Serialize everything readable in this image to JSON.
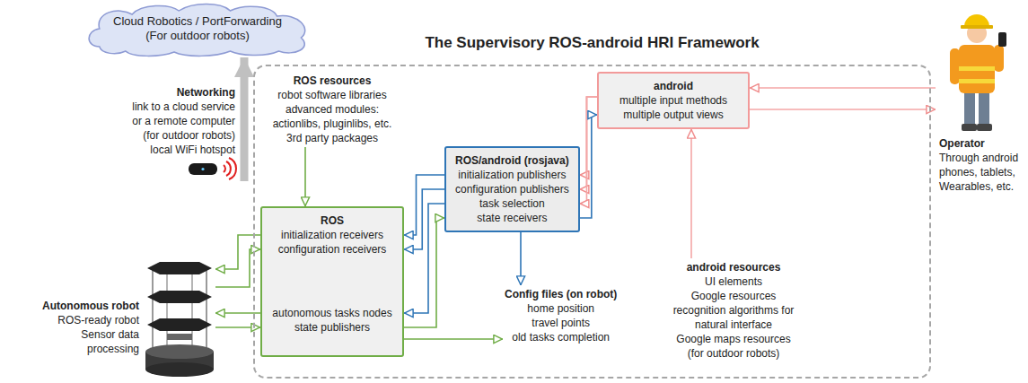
{
  "diagram": {
    "nodes": [
      {
        "text": [
          "Cloud Robotics / PortForwarding",
          "(For outdoor robots)"
        ]
      },
      {
        "text": [
          "The Supervisory ROS-android HRI Framework"
        ]
      },
      {
        "text": [
          "Networking",
          "link to a cloud service or a remote computer (for outdoor robots)",
          "local WiFi hotspot"
        ]
      },
      {
        "text": [
          "ROS resources",
          "robot software libraries",
          "advanced modules: actionlibs, pluginlibs, etc.",
          "3rd party packages"
        ],
        "in": 1
      },
      {
        "text": [
          "android",
          "multiple input methods",
          "multiple output views"
        ],
        "in": 1
      },
      {
        "text": [
          "ROS/android (rosjava)",
          "initialization publishers",
          "configuration publishers",
          "task selection",
          "state receivers"
        ],
        "in": 1
      },
      {
        "text": [
          "Autonomous robot",
          "ROS-ready robot",
          "Sensor data processing"
        ]
      },
      {
        "text": [
          "ROS",
          "initialization receivers",
          "configuration receivers",
          "autonomous tasks nodes",
          "state publishers"
        ],
        "in": 1
      },
      {
        "text": [
          "Config files (on robot)",
          "home position",
          "travel points",
          "old tasks completion"
        ],
        "in": 1
      },
      {
        "text": [
          "android resources",
          "UI elements",
          "Google resources",
          "recognition algorithms for natural interface",
          "Google maps resources (for outdoor robots)"
        ],
        "in": 1
      },
      {
        "text": [
          "Operator",
          "Through android phones, tablets, Wearables, etc."
        ]
      }
    ],
    "edges": [
      {
        "from": 2,
        "to": 0,
        "arrow": "to"
      },
      {
        "from": 3,
        "to": 7,
        "arrow": "to"
      },
      {
        "from": 9,
        "to": 4,
        "arrow": "to"
      },
      {
        "from": 10,
        "to": 4,
        "arrow": "to"
      },
      {
        "from": 4,
        "to": 10,
        "arrow": "to"
      },
      {
        "from": 4,
        "to": 5,
        "arrow": "to"
      },
      {
        "from": 4,
        "to": 5,
        "arrow": "to"
      },
      {
        "from": 4,
        "to": 5,
        "arrow": "to"
      },
      {
        "from": 5,
        "to": 4,
        "arrow": "to"
      },
      {
        "from": 5,
        "to": 7,
        "arrow": "to"
      },
      {
        "from": 5,
        "to": 7,
        "arrow": "to"
      },
      {
        "from": 5,
        "to": 7,
        "arrow": "to"
      },
      {
        "from": 7,
        "to": 5,
        "arrow": "to"
      },
      {
        "from": 5,
        "to": 8,
        "arrow": "to"
      },
      {
        "from": 7,
        "to": 8,
        "arrow": "to"
      },
      {
        "from": 7,
        "to": 6,
        "arrow": "to"
      },
      {
        "from": 6,
        "to": 7,
        "arrow": "to"
      },
      {
        "from": 7,
        "to": 6,
        "arrow": "to"
      },
      {
        "from": 6,
        "to": 7,
        "arrow": "to"
      }
    ]
  }
}
